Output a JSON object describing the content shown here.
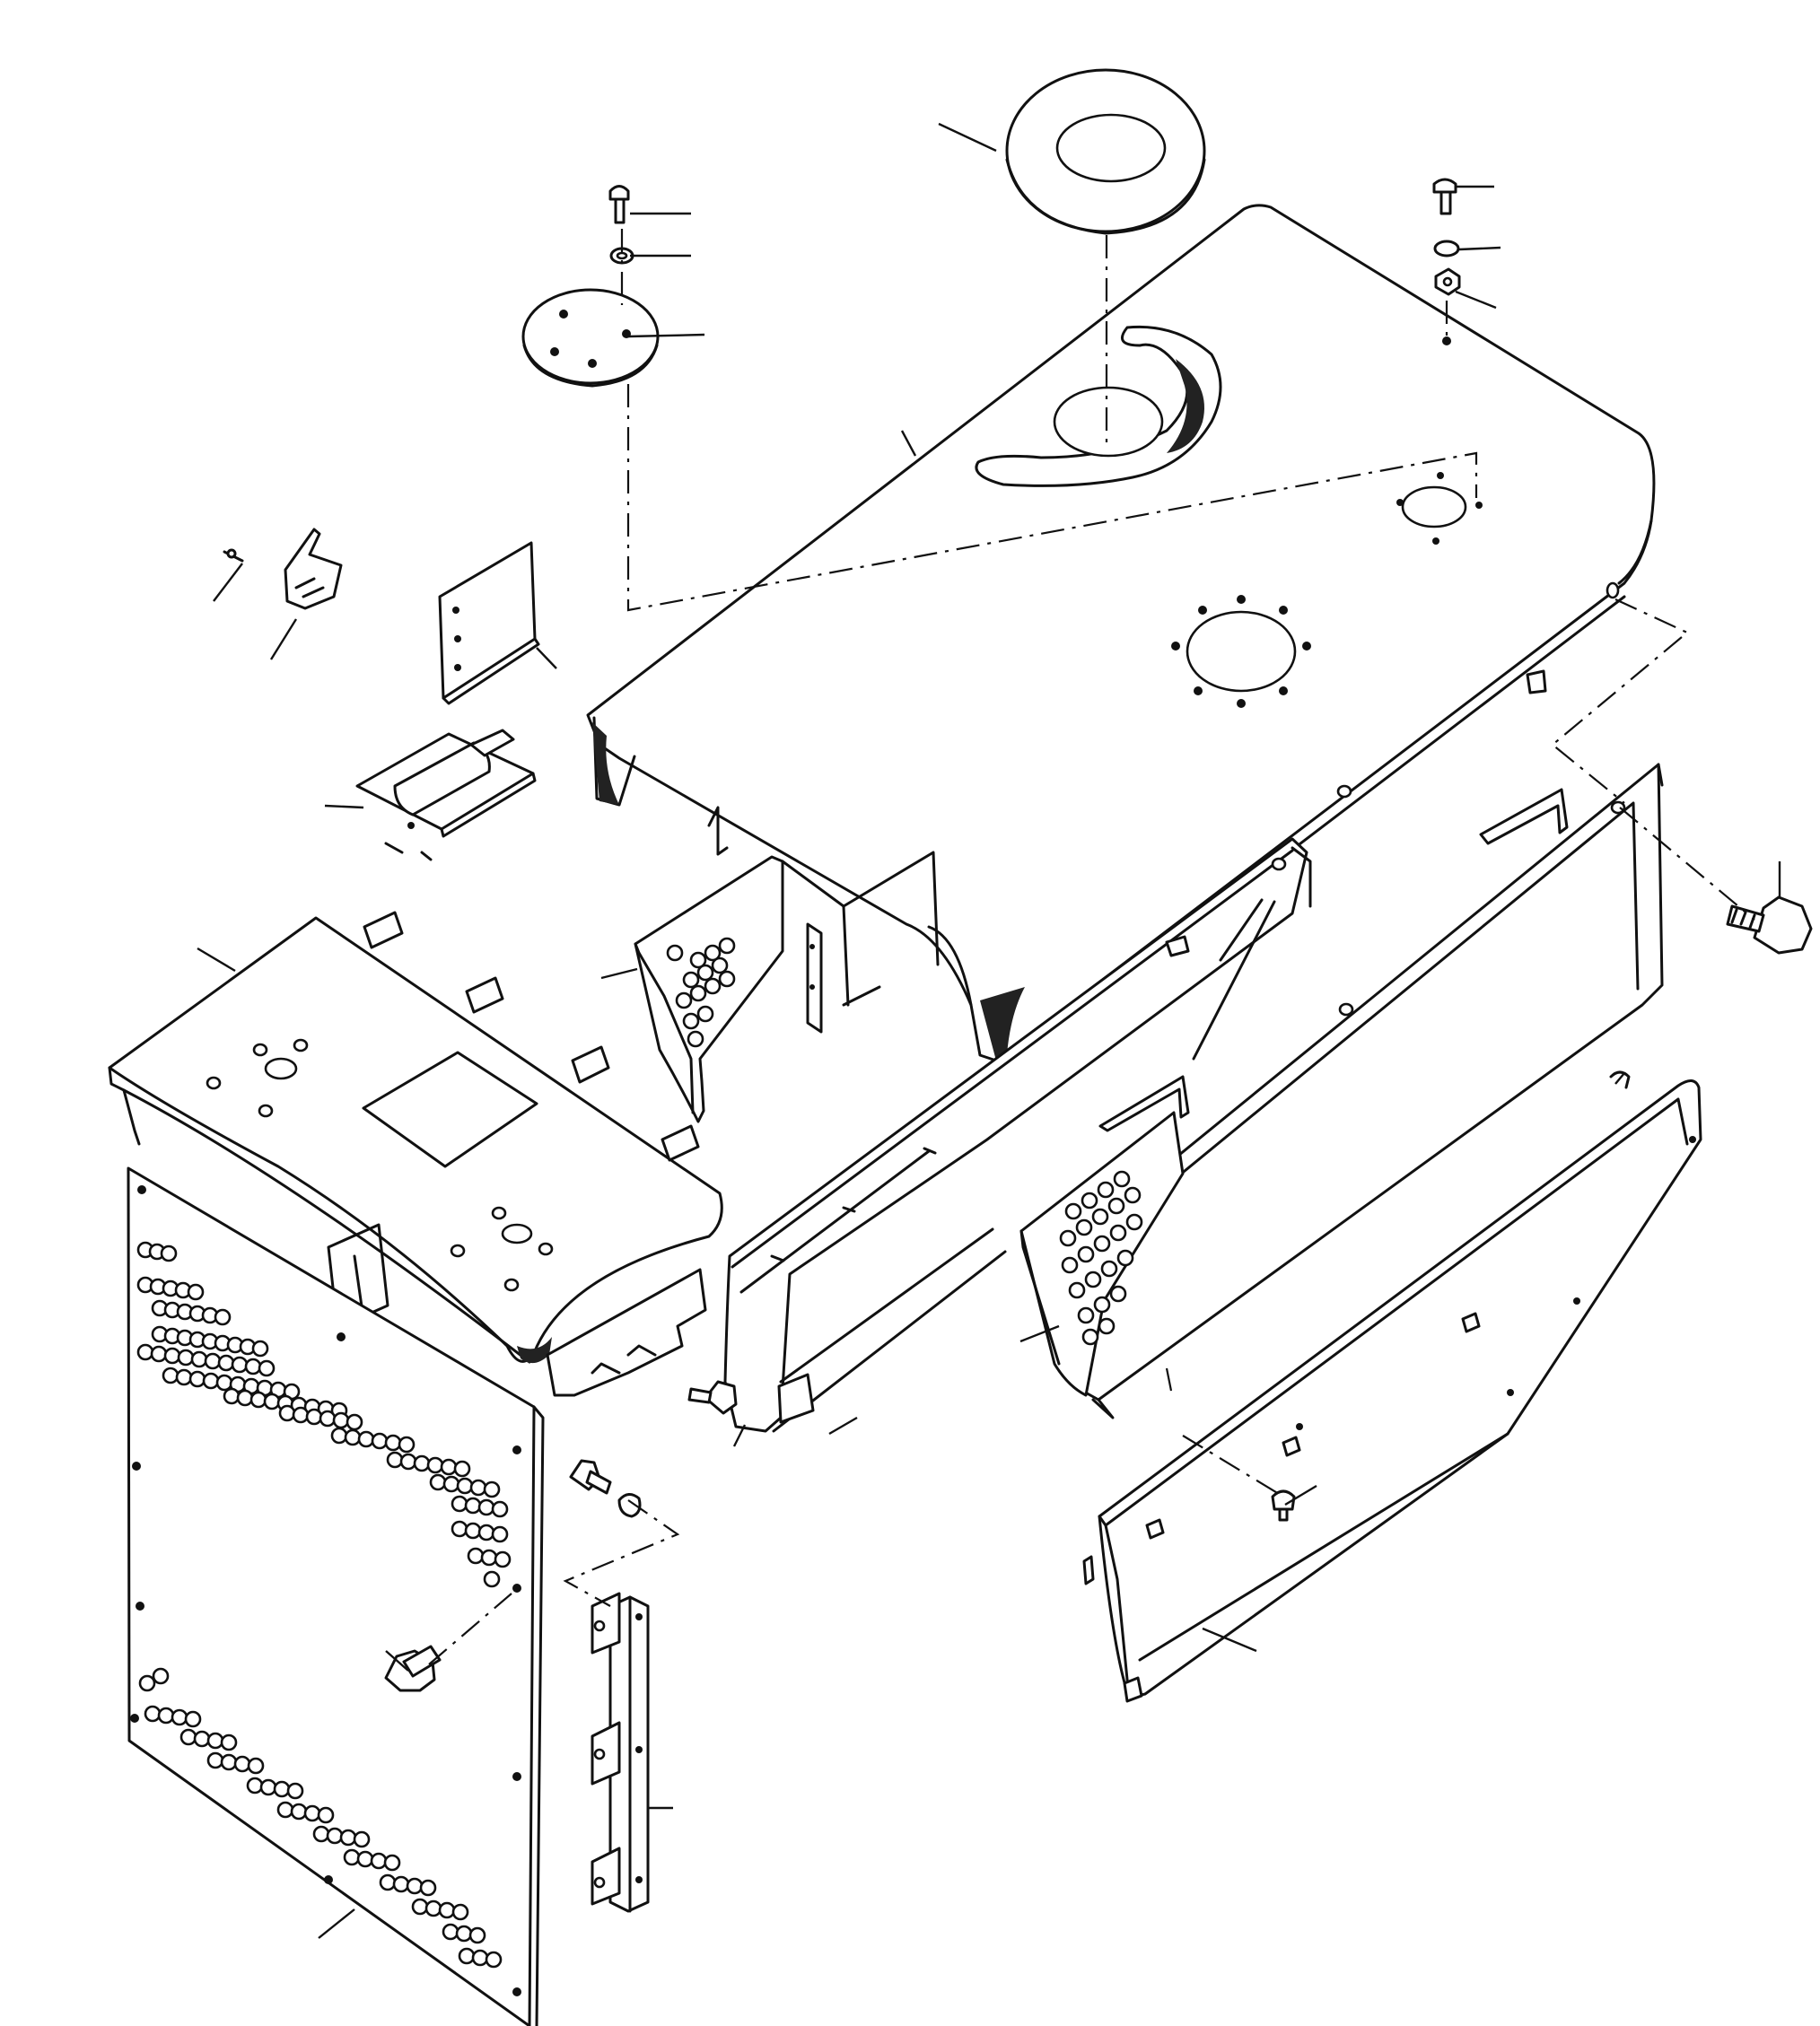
{
  "figure": {
    "kind": "exploded-parts-diagram",
    "callout_labels": []
  },
  "parts": [
    {
      "name": "hood-cover",
      "icon": "hood-shape"
    },
    {
      "name": "round-cover-plate",
      "icon": "disc-shape"
    },
    {
      "name": "small-mount-plate",
      "icon": "disc-shape"
    },
    {
      "name": "top-bolt-left",
      "icon": "bolt-icon"
    },
    {
      "name": "washer-left",
      "icon": "washer-icon"
    },
    {
      "name": "top-bolt-right",
      "icon": "bolt-icon"
    },
    {
      "name": "washer-right",
      "icon": "washer-icon"
    },
    {
      "name": "nut-right",
      "icon": "nut-icon"
    },
    {
      "name": "latch-assembly",
      "icon": "latch-icon"
    },
    {
      "name": "bracket-plate",
      "icon": "plate-icon"
    },
    {
      "name": "hinge-assembly",
      "icon": "hinge-icon"
    },
    {
      "name": "front-top-panel",
      "icon": "panel-icon"
    },
    {
      "name": "front-vent-panel",
      "icon": "vented-panel-icon"
    },
    {
      "name": "vent-screen-left",
      "icon": "vented-panel-icon"
    },
    {
      "name": "left-side-door",
      "icon": "door-icon"
    },
    {
      "name": "right-side-door",
      "icon": "door-icon"
    },
    {
      "name": "vent-screen-right",
      "icon": "vented-panel-icon"
    },
    {
      "name": "right-side-cover",
      "icon": "panel-icon"
    },
    {
      "name": "support-rail",
      "icon": "rail-icon"
    },
    {
      "name": "hex-bolt-right",
      "icon": "bolt-icon"
    },
    {
      "name": "hex-bolt-front",
      "icon": "bolt-icon"
    },
    {
      "name": "hex-bolt-rail",
      "icon": "bolt-icon"
    },
    {
      "name": "knob-bolt",
      "icon": "bolt-icon"
    },
    {
      "name": "small-screw",
      "icon": "bolt-icon"
    }
  ]
}
